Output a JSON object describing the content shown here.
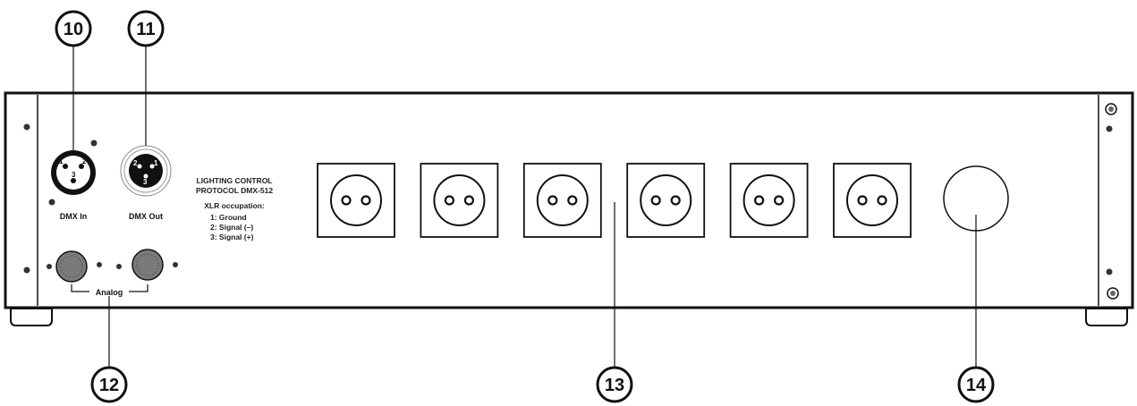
{
  "callouts": {
    "c10": "10",
    "c11": "11",
    "c12": "12",
    "c13": "13",
    "c14": "14"
  },
  "connectors": {
    "dmx_in_label": "DMX In",
    "dmx_out_label": "DMX Out",
    "analog_label": "Analog",
    "dmx_in_pins": [
      "1",
      "2",
      "3"
    ],
    "dmx_out_pins": [
      "2",
      "1",
      "3"
    ]
  },
  "info": {
    "line1": "LIGHTING CONTROL",
    "line2": "PROTOCOL DMX-512",
    "xlr_heading": "XLR occupation:",
    "pin1": "1: Ground",
    "pin2": "2: Signal (–)",
    "pin3": "3: Signal (+)"
  },
  "sockets": {
    "count": 6
  },
  "colors": {
    "line": "#111111",
    "fill_dark": "#111111",
    "fill_gray": "#7a7a7a",
    "background": "#ffffff"
  }
}
